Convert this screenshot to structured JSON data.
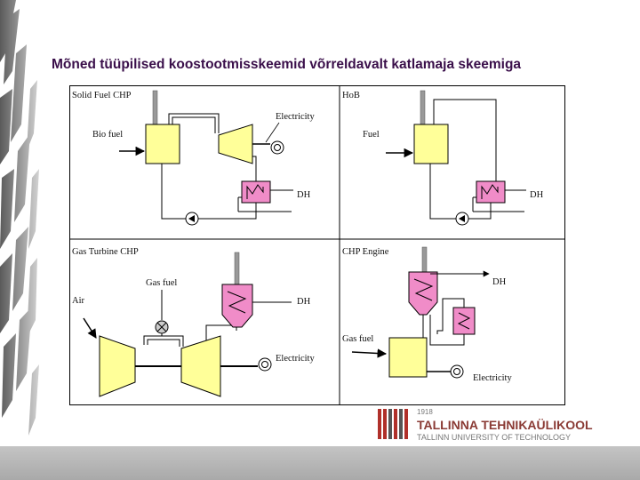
{
  "slide": {
    "title": "Mõned tüüpilised koostootmisskeemid võrreldavalt katlamaja skeemiga"
  },
  "panels": {
    "solid_fuel_chp": {
      "title": "Solid Fuel CHP",
      "fuel_label": "Bio fuel",
      "electricity_label": "Electricity",
      "dh_label": "DH"
    },
    "hob": {
      "title": "HoB",
      "fuel_label": "Fuel",
      "dh_label": "DH"
    },
    "gas_turbine_chp": {
      "title": "Gas Turbine CHP",
      "fuel_label": "Gas fuel",
      "air_label": "Air",
      "dh_label": "DH",
      "electricity_label": "Electricity"
    },
    "chp_engine": {
      "title": "CHP Engine",
      "dh_label": "DH",
      "fuel_label": "Gas fuel",
      "electricity_label": "Electricity"
    }
  },
  "logo": {
    "year": "1918",
    "name_et": "TALLINNA TEHNIKAÜLIKOOL",
    "name_en": "TALLINN UNIVERSITY OF TECHNOLOGY"
  },
  "colors": {
    "boiler_fill": "#ffff99",
    "heat_exchanger_fill": "#f08cc8",
    "title_color": "#3a0f4a",
    "logo_red": "#b0302a"
  }
}
